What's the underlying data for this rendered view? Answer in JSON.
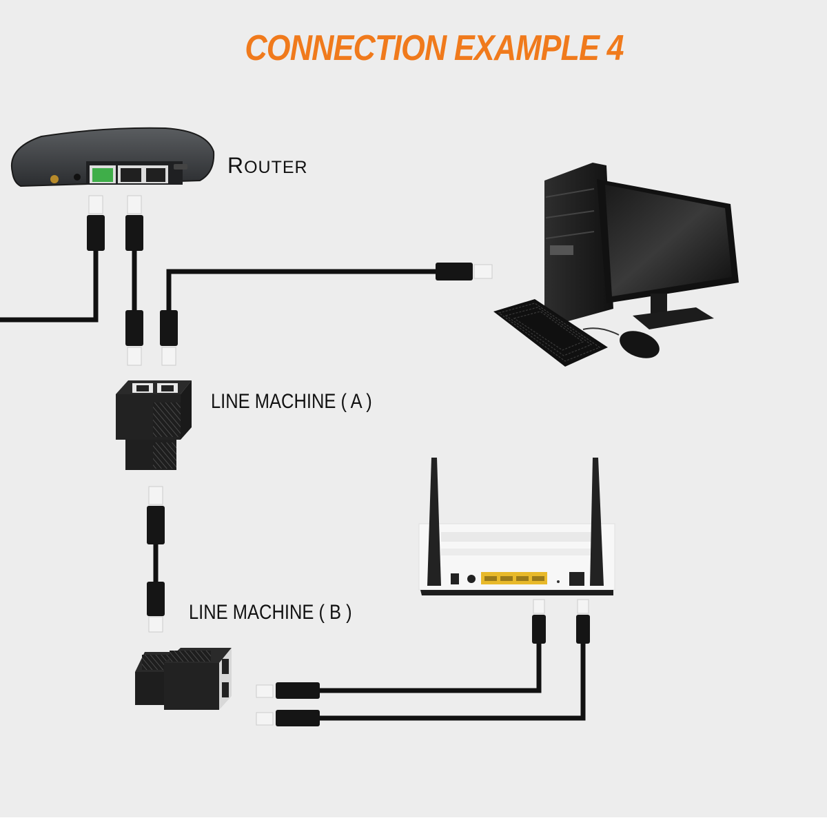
{
  "title": "CONNECTION EXAMPLE 4",
  "labels": {
    "router_first": "R",
    "router_rest": "OUTER",
    "line_machine_a": "LINE MACHINE ( A )",
    "line_machine_b": "LINE MACHINE ( B )"
  },
  "devices": [
    {
      "id": "modem-router",
      "name": "Router",
      "icon": "router-icon"
    },
    {
      "id": "desktop-computer",
      "name": "Computer",
      "icon": "desktop-computer-icon"
    },
    {
      "id": "splitter-a",
      "name": "Line Machine (A)",
      "icon": "rj45-splitter-icon"
    },
    {
      "id": "splitter-b",
      "name": "Line Machine (B)",
      "icon": "rj45-splitter-icon"
    },
    {
      "id": "wifi-router",
      "name": "Wireless Router",
      "icon": "wifi-router-icon"
    }
  ],
  "colors": {
    "title": "#f07a1c",
    "background": "#ededed",
    "cable": "#111111",
    "plug": "#f4f4f4",
    "wifi_router_ports": "#e8b92a",
    "router_active_port": "#3fae49"
  }
}
